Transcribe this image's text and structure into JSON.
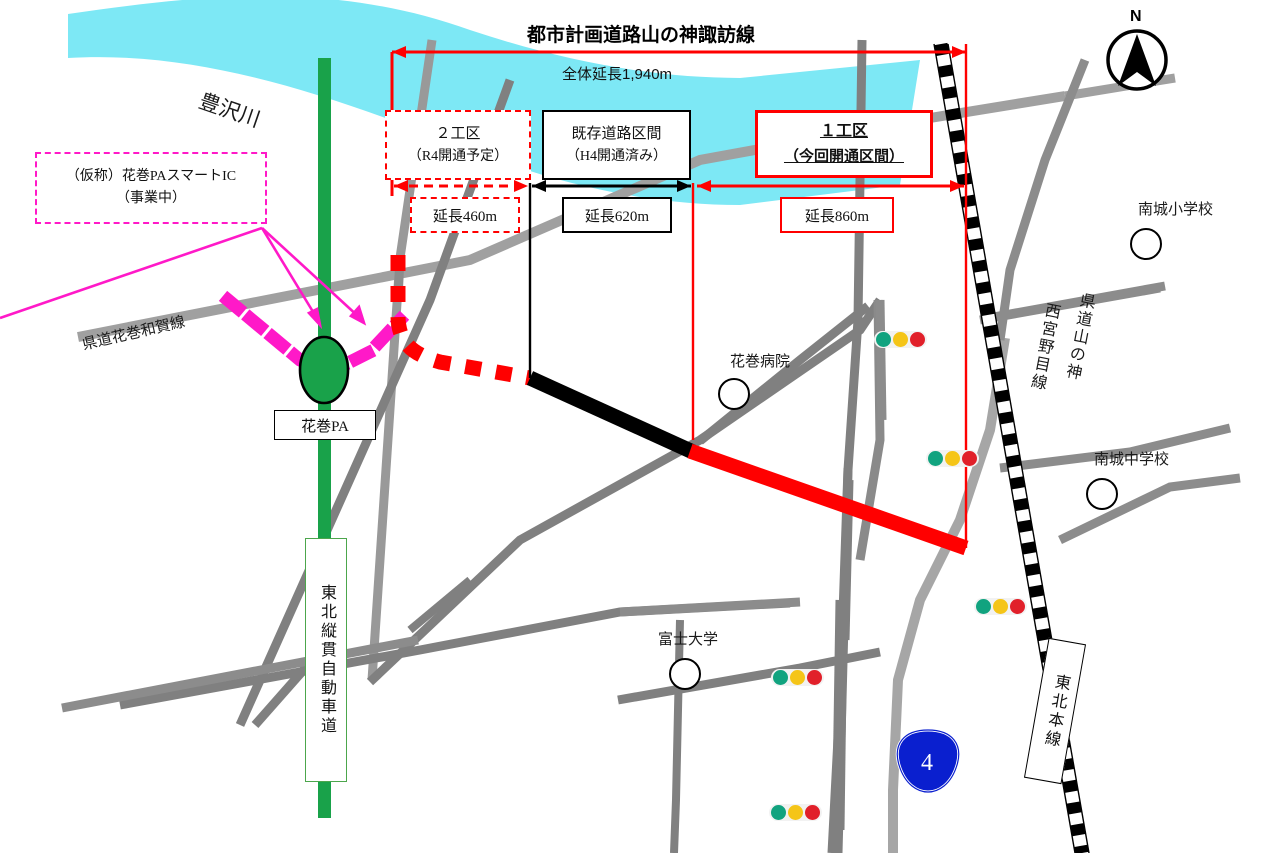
{
  "title": "都市計画道路山の神諏訪線",
  "compass": {
    "north_label": "N",
    "icon": "compass-north-arrow-icon"
  },
  "colors": {
    "red": "#FF0000",
    "black": "#000000",
    "magenta": "#FF00C8",
    "river_cyan": "#7DE8F5",
    "expressway_green": "#19A24A",
    "road_gray": "#808080",
    "road_gray_light": "#A6A6A6",
    "route_shield_blue": "#0A1FCF",
    "signal_green": "#11A37F",
    "signal_yellow": "#F5C518",
    "signal_red": "#E1202A"
  },
  "dimensions": {
    "total": {
      "label": "全体延長1,940m",
      "style": "red-arrow"
    },
    "section2": {
      "label": "延長460m",
      "style": "red-dashed-box"
    },
    "existing": {
      "label": "延長620m",
      "style": "black-solid-box"
    },
    "section1": {
      "label": "延長860m",
      "style": "red-solid-box"
    }
  },
  "callouts": [
    {
      "name": "section2-callout",
      "line1": "２工区",
      "line2": "（R4開通予定）",
      "border": "red-dashed"
    },
    {
      "name": "existing-section-callout",
      "line1": "既存道路区間",
      "line2": "（H4開通済み）",
      "border": "black-solid"
    },
    {
      "name": "section1-callout",
      "line1": "１工区",
      "line2": "（今回開通区間）",
      "border": "red-solid",
      "underline": true
    },
    {
      "name": "smart-ic-callout",
      "line1": "（仮称）花巻PAスマートIC",
      "line2": "（事業中）",
      "border": "magenta-dashed"
    }
  ],
  "map_labels": {
    "river": "豊沢川",
    "prefectural_road_hanamaki_waga": "県道花巻和賀線",
    "parking_area": "花巻PA",
    "expressway_vertical": "東北縦貫自動車道",
    "prefectural_road_yamanokami_1": "県道山の神",
    "prefectural_road_yamanokami_2": "西宮野目線",
    "railway_vertical": "東北本線",
    "route_shield_number": "4"
  },
  "pois": [
    {
      "name": "hanamaki-hospital",
      "label": "花巻病院"
    },
    {
      "name": "nanjo-elementary-school",
      "label": "南城小学校"
    },
    {
      "name": "nanjo-junior-high-school",
      "label": "南城中学校"
    },
    {
      "name": "fuji-university",
      "label": "富士大学"
    }
  ],
  "signals": [
    {
      "name": "traffic-signal-1"
    },
    {
      "name": "traffic-signal-2"
    },
    {
      "name": "traffic-signal-3"
    },
    {
      "name": "traffic-signal-4"
    },
    {
      "name": "traffic-signal-5"
    }
  ]
}
